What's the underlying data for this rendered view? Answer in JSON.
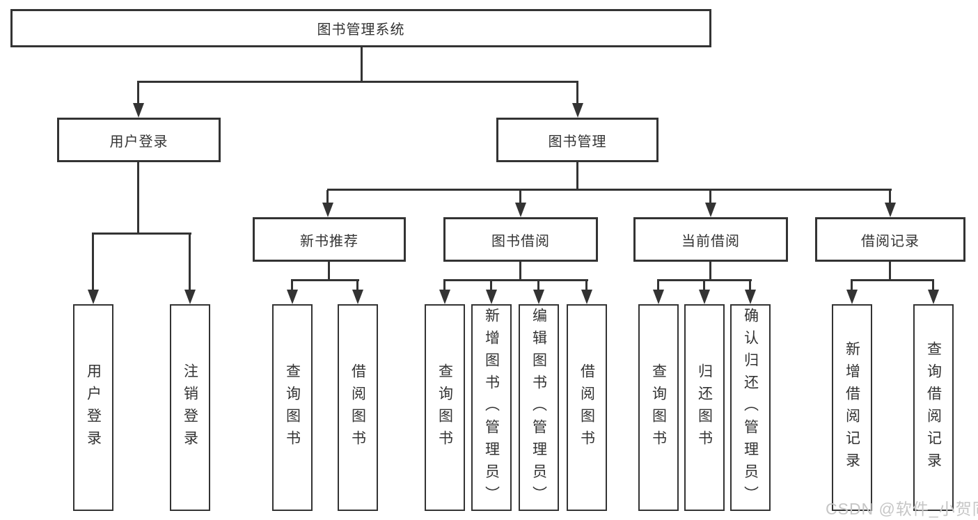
{
  "tree": {
    "root": {
      "label": "图书管理系统",
      "children": [
        {
          "label": "用户登录",
          "children": [
            {
              "label": "用户登录"
            },
            {
              "label": "注销登录"
            }
          ]
        },
        {
          "label": "图书管理",
          "children": [
            {
              "label": "新书推荐",
              "children": [
                {
                  "label": "查询图书"
                },
                {
                  "label": "借阅图书"
                }
              ]
            },
            {
              "label": "图书借阅",
              "children": [
                {
                  "label": "查询图书"
                },
                {
                  "label": "新增图书（管理员）"
                },
                {
                  "label": "编辑图书（管理员）"
                },
                {
                  "label": "借阅图书"
                }
              ]
            },
            {
              "label": "当前借阅",
              "children": [
                {
                  "label": "查询图书"
                },
                {
                  "label": "归还图书"
                },
                {
                  "label": "确认归还（管理员）"
                }
              ]
            },
            {
              "label": "借阅记录",
              "children": [
                {
                  "label": "新增借阅记录"
                },
                {
                  "label": "查询借阅记录"
                }
              ]
            }
          ]
        }
      ]
    }
  },
  "watermark": {
    "text": "CSDN @软件_小贺同学"
  },
  "colors": {
    "line": "#333333",
    "box_border": "#333333",
    "text": "#333333",
    "watermark": "#c6c6c6",
    "background": "#ffffff"
  }
}
